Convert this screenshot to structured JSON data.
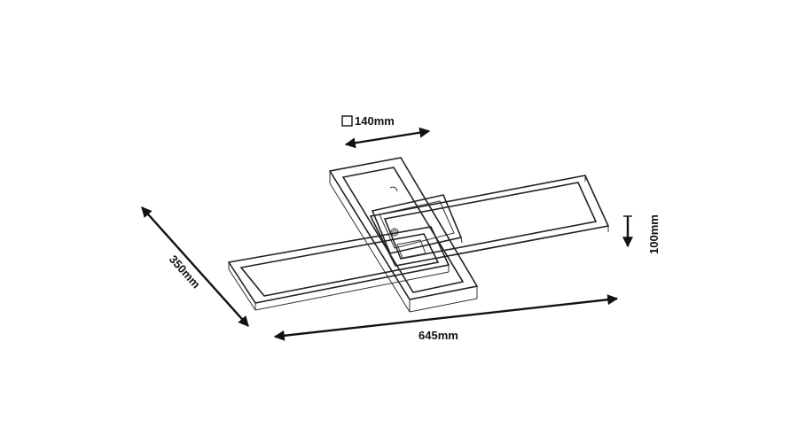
{
  "dimensions": {
    "depth_square": "140mm",
    "depth_width": "350mm",
    "length": "645mm",
    "height": "100mm"
  }
}
